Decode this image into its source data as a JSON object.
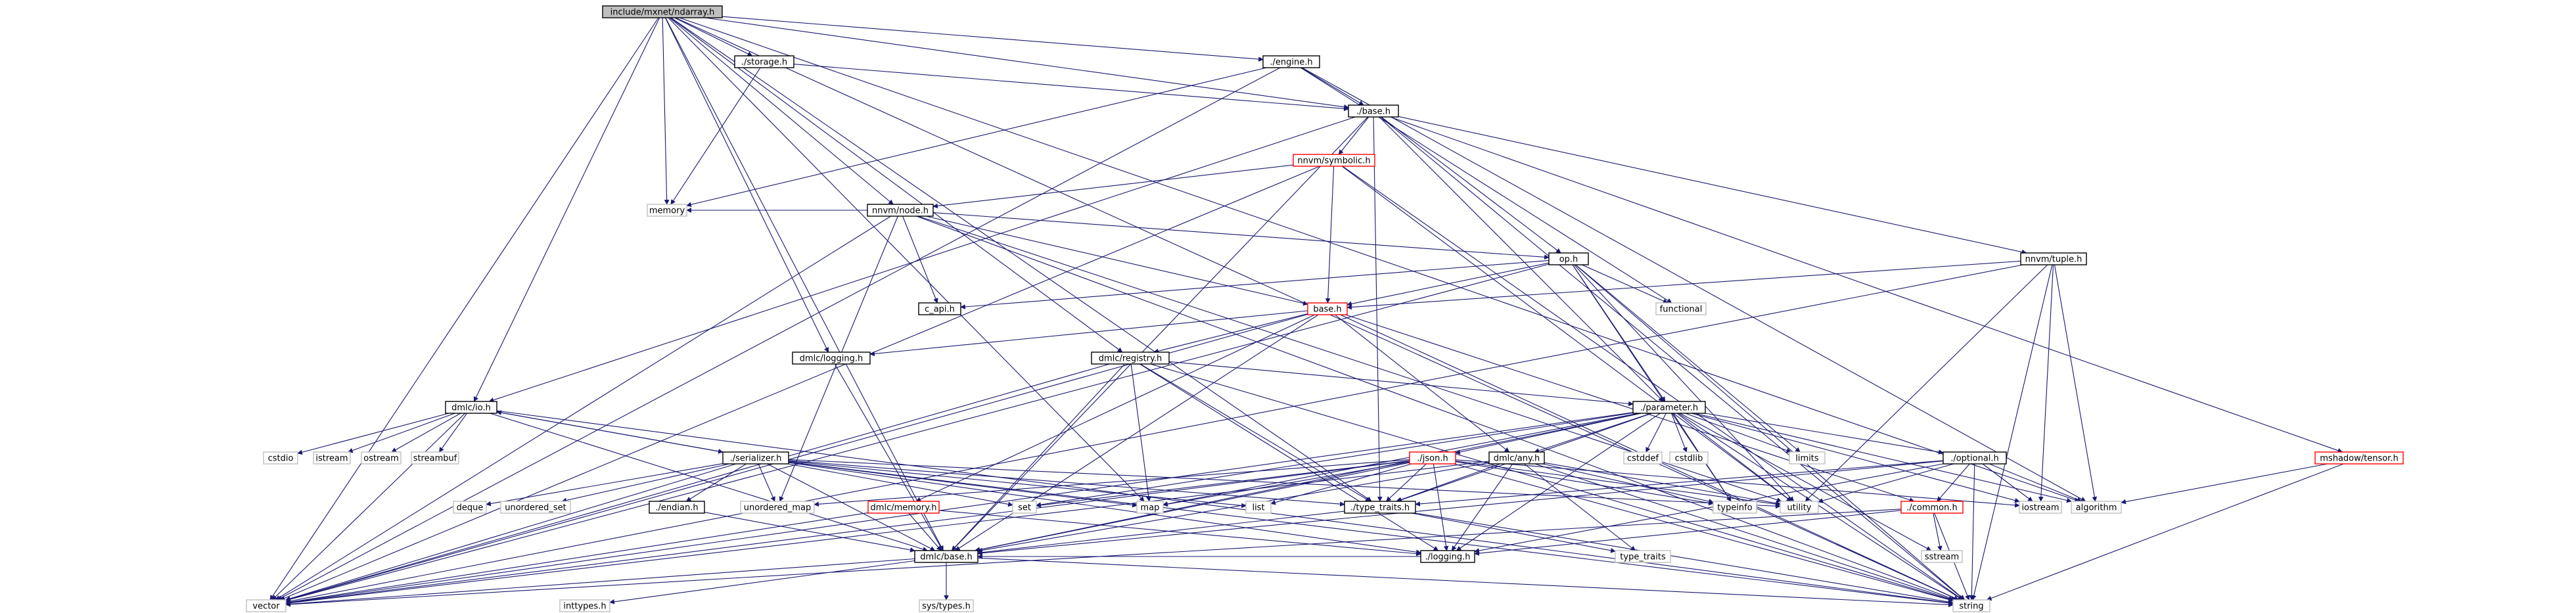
{
  "graph": {
    "colors": {
      "edge": "#191970",
      "root_fill": "#bfbfbf",
      "root_stroke": "#000000",
      "node_fill": "#ffffff",
      "node_stroke_linked": "#000000",
      "node_stroke_red": "#ff0000",
      "node_stroke_leaf": "#bfbfbf",
      "label": "#000000"
    },
    "nodes": [
      {
        "id": "root",
        "label": "include/mxnet/ndarray.h",
        "kind": "root"
      },
      {
        "id": "storage",
        "label": "./storage.h",
        "kind": "linked"
      },
      {
        "id": "engine",
        "label": "./engine.h",
        "kind": "linked"
      },
      {
        "id": "base_root",
        "label": "./base.h",
        "kind": "linked"
      },
      {
        "id": "symbolic",
        "label": "nnvm/symbolic.h",
        "kind": "red"
      },
      {
        "id": "node",
        "label": "nnvm/node.h",
        "kind": "linked"
      },
      {
        "id": "memory",
        "label": "memory",
        "kind": "leaf"
      },
      {
        "id": "op",
        "label": "op.h",
        "kind": "linked"
      },
      {
        "id": "tuple",
        "label": "nnvm/tuple.h",
        "kind": "linked"
      },
      {
        "id": "functional",
        "label": "functional",
        "kind": "leaf"
      },
      {
        "id": "capi",
        "label": "c_api.h",
        "kind": "linked"
      },
      {
        "id": "nbase",
        "label": "base.h",
        "kind": "red"
      },
      {
        "id": "dlogging",
        "label": "dmlc/logging.h",
        "kind": "linked"
      },
      {
        "id": "registry",
        "label": "dmlc/registry.h",
        "kind": "linked"
      },
      {
        "id": "io",
        "label": "dmlc/io.h",
        "kind": "linked"
      },
      {
        "id": "parameter",
        "label": "./parameter.h",
        "kind": "linked"
      },
      {
        "id": "cstdio",
        "label": "cstdio",
        "kind": "leaf"
      },
      {
        "id": "istream_",
        "label": "istream",
        "kind": "leaf"
      },
      {
        "id": "ostream",
        "label": "ostream",
        "kind": "leaf"
      },
      {
        "id": "streambuf",
        "label": "streambuf",
        "kind": "leaf"
      },
      {
        "id": "serializer",
        "label": "./serializer.h",
        "kind": "linked"
      },
      {
        "id": "cstddef",
        "label": "cstddef",
        "kind": "leaf"
      },
      {
        "id": "cstdlib",
        "label": "cstdlib",
        "kind": "leaf"
      },
      {
        "id": "limits",
        "label": "limits",
        "kind": "leaf"
      },
      {
        "id": "optional",
        "label": "./optional.h",
        "kind": "linked"
      },
      {
        "id": "mshadow",
        "label": "mshadow/tensor.h",
        "kind": "red"
      },
      {
        "id": "json",
        "label": "./json.h",
        "kind": "red"
      },
      {
        "id": "dany",
        "label": "dmlc/any.h",
        "kind": "linked"
      },
      {
        "id": "deque",
        "label": "deque",
        "kind": "leaf"
      },
      {
        "id": "unordered_set",
        "label": "unordered_set",
        "kind": "leaf"
      },
      {
        "id": "endian",
        "label": "./endian.h",
        "kind": "linked"
      },
      {
        "id": "unordered_map",
        "label": "unordered_map",
        "kind": "leaf"
      },
      {
        "id": "dmemory",
        "label": "dmlc/memory.h",
        "kind": "red"
      },
      {
        "id": "set",
        "label": "set",
        "kind": "leaf"
      },
      {
        "id": "map",
        "label": "map",
        "kind": "leaf"
      },
      {
        "id": "list",
        "label": "list",
        "kind": "leaf"
      },
      {
        "id": "type_traits_h",
        "label": "./type_traits.h",
        "kind": "linked"
      },
      {
        "id": "typeinfo",
        "label": "typeinfo",
        "kind": "leaf"
      },
      {
        "id": "utility",
        "label": "utility",
        "kind": "leaf"
      },
      {
        "id": "common",
        "label": "./common.h",
        "kind": "red"
      },
      {
        "id": "iostream",
        "label": "iostream",
        "kind": "leaf"
      },
      {
        "id": "algorithm",
        "label": "algorithm",
        "kind": "leaf"
      },
      {
        "id": "dbase",
        "label": "dmlc/base.h",
        "kind": "linked"
      },
      {
        "id": "logging",
        "label": "./logging.h",
        "kind": "linked"
      },
      {
        "id": "type_traits",
        "label": "type_traits",
        "kind": "leaf"
      },
      {
        "id": "sstream",
        "label": "sstream",
        "kind": "leaf"
      },
      {
        "id": "vector",
        "label": "vector",
        "kind": "leaf"
      },
      {
        "id": "inttypes",
        "label": "inttypes.h",
        "kind": "leaf"
      },
      {
        "id": "systypes",
        "label": "sys/types.h",
        "kind": "leaf"
      },
      {
        "id": "string",
        "label": "string",
        "kind": "leaf"
      }
    ],
    "edges": [
      [
        "root",
        "storage"
      ],
      [
        "root",
        "engine"
      ],
      [
        "root",
        "base_root"
      ],
      [
        "root",
        "node"
      ],
      [
        "root",
        "memory"
      ],
      [
        "root",
        "io"
      ],
      [
        "root",
        "dlogging"
      ],
      [
        "root",
        "registry"
      ],
      [
        "root",
        "type_traits_h"
      ],
      [
        "root",
        "map"
      ],
      [
        "root",
        "dbase"
      ],
      [
        "root",
        "vector"
      ],
      [
        "root",
        "string"
      ],
      [
        "root",
        "algorithm"
      ],
      [
        "storage",
        "base_root"
      ],
      [
        "storage",
        "memory"
      ],
      [
        "engine",
        "base_root"
      ],
      [
        "engine",
        "memory"
      ],
      [
        "engine",
        "functional"
      ],
      [
        "engine",
        "vector"
      ],
      [
        "engine",
        "algorithm"
      ],
      [
        "base_root",
        "symbolic"
      ],
      [
        "base_root",
        "op"
      ],
      [
        "base_root",
        "tuple"
      ],
      [
        "base_root",
        "mshadow"
      ],
      [
        "base_root",
        "parameter"
      ],
      [
        "base_root",
        "io"
      ],
      [
        "base_root",
        "type_traits_h"
      ],
      [
        "base_root",
        "dbase"
      ],
      [
        "base_root",
        "string"
      ],
      [
        "symbolic",
        "node"
      ],
      [
        "symbolic",
        "nbase"
      ],
      [
        "symbolic",
        "vector"
      ],
      [
        "symbolic",
        "utility"
      ],
      [
        "symbolic",
        "string"
      ],
      [
        "node",
        "memory"
      ],
      [
        "node",
        "op"
      ],
      [
        "node",
        "capi"
      ],
      [
        "node",
        "nbase"
      ],
      [
        "node",
        "vector"
      ],
      [
        "node",
        "string"
      ],
      [
        "node",
        "unordered_map"
      ],
      [
        "node",
        "utility"
      ],
      [
        "op",
        "capi"
      ],
      [
        "op",
        "nbase"
      ],
      [
        "op",
        "functional"
      ],
      [
        "op",
        "parameter"
      ],
      [
        "op",
        "limits"
      ],
      [
        "op",
        "utility"
      ],
      [
        "op",
        "typeinfo"
      ],
      [
        "op",
        "vector"
      ],
      [
        "op",
        "string"
      ],
      [
        "tuple",
        "nbase"
      ],
      [
        "tuple",
        "iostream"
      ],
      [
        "tuple",
        "algorithm"
      ],
      [
        "tuple",
        "utility"
      ],
      [
        "tuple",
        "vector"
      ],
      [
        "tuple",
        "string"
      ],
      [
        "nbase",
        "dmemory"
      ],
      [
        "nbase",
        "dlogging"
      ],
      [
        "nbase",
        "registry"
      ],
      [
        "nbase",
        "dany"
      ],
      [
        "nbase",
        "dbase"
      ],
      [
        "nbase",
        "string"
      ],
      [
        "nbase",
        "vector"
      ],
      [
        "nbase",
        "common"
      ],
      [
        "registry",
        "parameter"
      ],
      [
        "registry",
        "dbase"
      ],
      [
        "registry",
        "logging"
      ],
      [
        "registry",
        "type_traits_h"
      ],
      [
        "registry",
        "map"
      ],
      [
        "registry",
        "vector"
      ],
      [
        "registry",
        "string"
      ],
      [
        "io",
        "cstdio"
      ],
      [
        "io",
        "istream_"
      ],
      [
        "io",
        "ostream"
      ],
      [
        "io",
        "streambuf"
      ],
      [
        "io",
        "serializer"
      ],
      [
        "io",
        "dbase"
      ],
      [
        "io",
        "vector"
      ],
      [
        "io",
        "string"
      ],
      [
        "parameter",
        "json"
      ],
      [
        "parameter",
        "dany"
      ],
      [
        "parameter",
        "optional"
      ],
      [
        "parameter",
        "cstddef"
      ],
      [
        "parameter",
        "cstdlib"
      ],
      [
        "parameter",
        "limits"
      ],
      [
        "parameter",
        "typeinfo"
      ],
      [
        "parameter",
        "utility"
      ],
      [
        "parameter",
        "iostream"
      ],
      [
        "parameter",
        "algorithm"
      ],
      [
        "parameter",
        "map"
      ],
      [
        "parameter",
        "set"
      ],
      [
        "parameter",
        "vector"
      ],
      [
        "parameter",
        "string"
      ],
      [
        "parameter",
        "type_traits_h"
      ],
      [
        "parameter",
        "dbase"
      ],
      [
        "parameter",
        "logging"
      ],
      [
        "parameter",
        "sstream"
      ],
      [
        "serializer",
        "io"
      ],
      [
        "serializer",
        "deque"
      ],
      [
        "serializer",
        "unordered_set"
      ],
      [
        "serializer",
        "endian"
      ],
      [
        "serializer",
        "unordered_map"
      ],
      [
        "serializer",
        "set"
      ],
      [
        "serializer",
        "map"
      ],
      [
        "serializer",
        "list"
      ],
      [
        "serializer",
        "type_traits_h"
      ],
      [
        "serializer",
        "dbase"
      ],
      [
        "serializer",
        "logging"
      ],
      [
        "serializer",
        "utility"
      ],
      [
        "serializer",
        "vector"
      ],
      [
        "serializer",
        "string"
      ],
      [
        "json",
        "map"
      ],
      [
        "json",
        "list"
      ],
      [
        "json",
        "set"
      ],
      [
        "json",
        "typeinfo"
      ],
      [
        "json",
        "type_traits_h"
      ],
      [
        "json",
        "dbase"
      ],
      [
        "json",
        "logging"
      ],
      [
        "json",
        "iostream"
      ],
      [
        "json",
        "unordered_map"
      ],
      [
        "json",
        "utility"
      ],
      [
        "json",
        "vector"
      ],
      [
        "json",
        "string"
      ],
      [
        "dany",
        "typeinfo"
      ],
      [
        "dany",
        "type_traits_h"
      ],
      [
        "dany",
        "utility"
      ],
      [
        "dany",
        "dbase"
      ],
      [
        "dany",
        "logging"
      ],
      [
        "dany",
        "vector"
      ],
      [
        "dany",
        "string"
      ],
      [
        "dany",
        "type_traits"
      ],
      [
        "optional",
        "iostream"
      ],
      [
        "optional",
        "string"
      ],
      [
        "optional",
        "utility"
      ],
      [
        "optional",
        "algorithm"
      ],
      [
        "optional",
        "common"
      ],
      [
        "optional",
        "type_traits_h"
      ],
      [
        "optional",
        "dbase"
      ],
      [
        "optional",
        "logging"
      ],
      [
        "mshadow",
        "algorithm"
      ],
      [
        "mshadow",
        "string"
      ],
      [
        "common",
        "logging"
      ],
      [
        "common",
        "vector"
      ],
      [
        "common",
        "string"
      ],
      [
        "common",
        "sstream"
      ],
      [
        "endian",
        "dbase"
      ],
      [
        "dmemory",
        "dbase"
      ],
      [
        "dmemory",
        "logging"
      ],
      [
        "dmemory",
        "vector"
      ],
      [
        "type_traits_h",
        "dbase"
      ],
      [
        "type_traits_h",
        "type_traits"
      ],
      [
        "type_traits_h",
        "string"
      ],
      [
        "dbase",
        "vector"
      ],
      [
        "dbase",
        "string"
      ],
      [
        "dbase",
        "inttypes"
      ],
      [
        "dbase",
        "systypes"
      ],
      [
        "logging",
        "dbase"
      ],
      [
        "dlogging",
        "dbase"
      ]
    ]
  }
}
